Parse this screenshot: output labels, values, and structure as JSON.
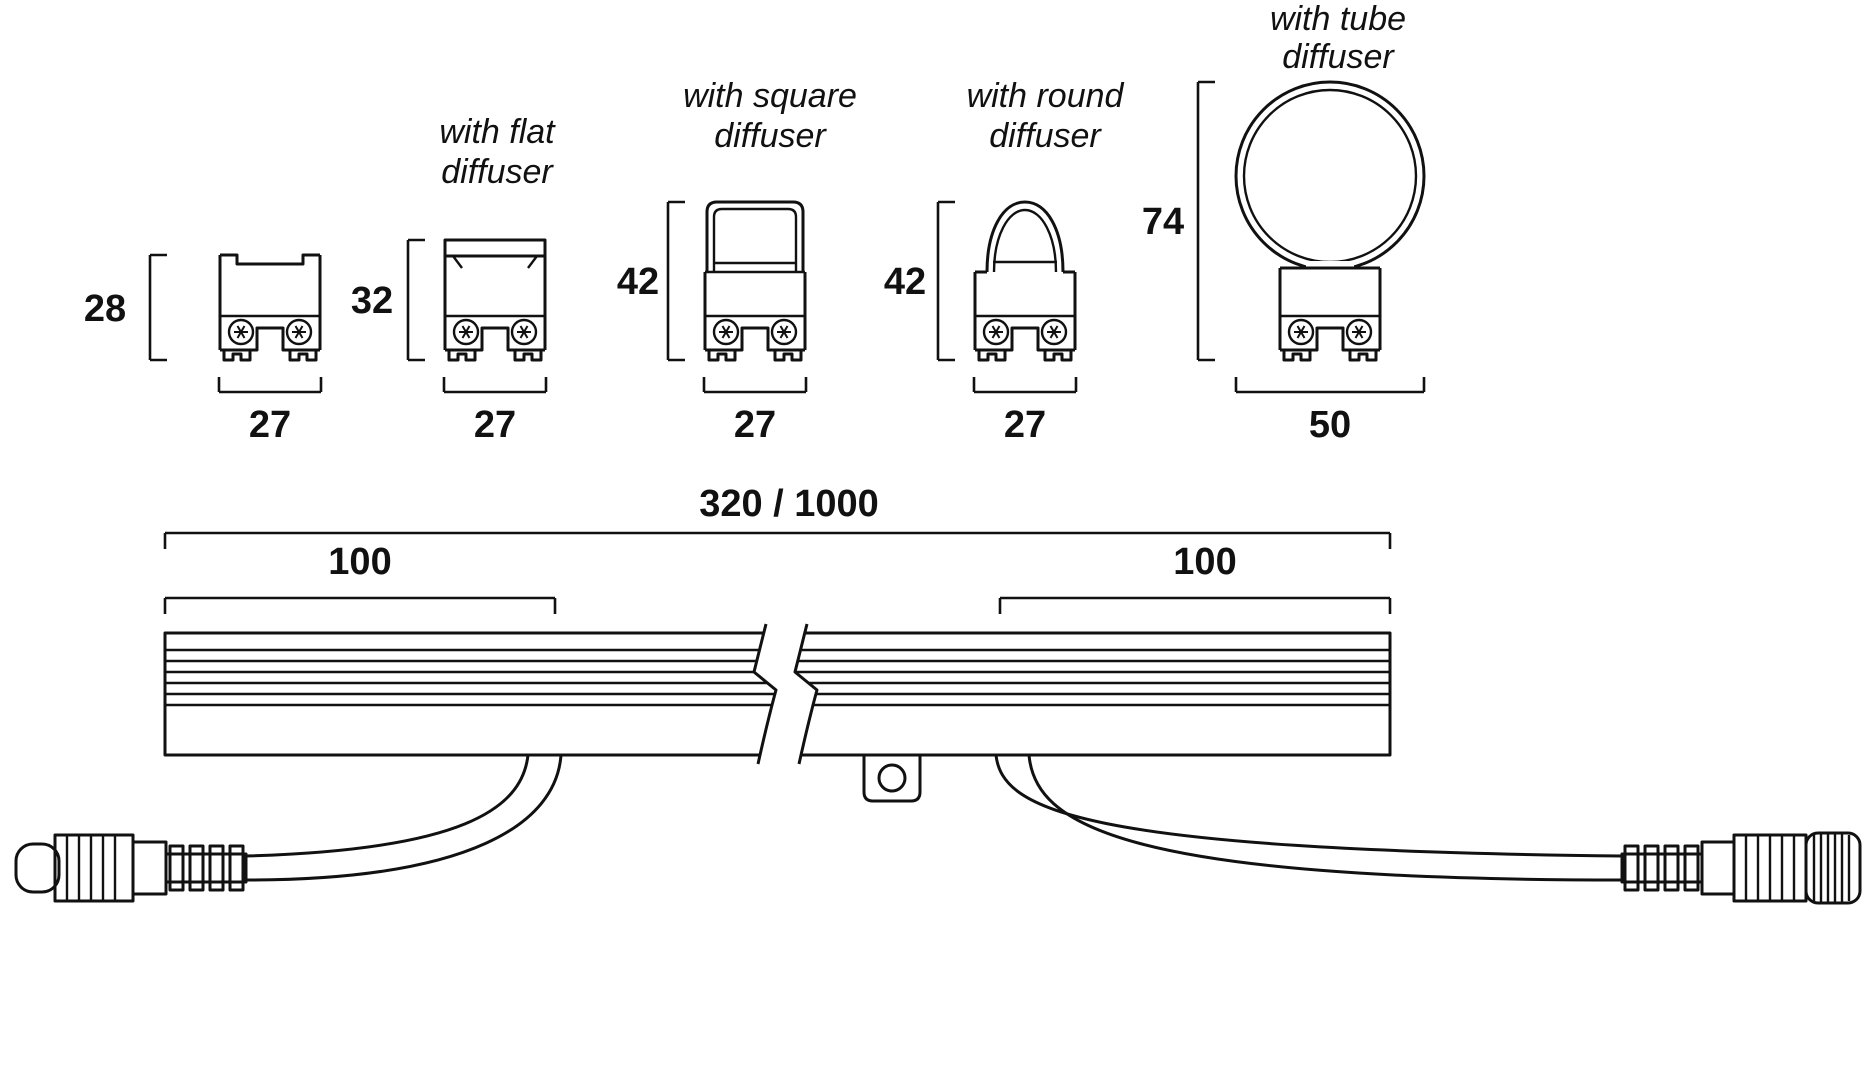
{
  "diagram": {
    "profiles": [
      {
        "height": "28",
        "width": "27"
      },
      {
        "label": [
          "with flat",
          "diffuser"
        ],
        "height": "32",
        "width": "27"
      },
      {
        "label": [
          "with square",
          "diffuser"
        ],
        "height": "42",
        "width": "27"
      },
      {
        "label": [
          "with round",
          "diffuser"
        ],
        "height": "42",
        "width": "27"
      },
      {
        "label": [
          "with tube",
          "diffuser"
        ],
        "height": "74",
        "width": "50"
      }
    ],
    "fixture": {
      "overall_length": "320 / 1000",
      "left_end_length": "100",
      "right_end_length": "100"
    },
    "colors": {
      "line": "#111111",
      "background": "#ffffff"
    }
  }
}
